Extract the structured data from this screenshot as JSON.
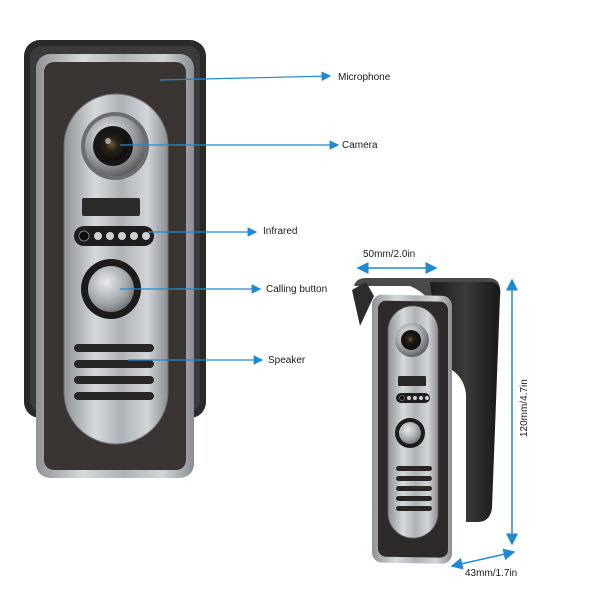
{
  "labels": {
    "microphone": "Microphone",
    "camera": "Camera",
    "infrared": "Infrared",
    "calling_button": "Calling button",
    "speaker": "Speaker"
  },
  "dimensions": {
    "width": "50mm/2.0in",
    "height": "120mm/4.7in",
    "depth": "43mm/1.7in"
  },
  "colors": {
    "arrow": "#1e8ad6",
    "housing": "#2b2b2b",
    "panel": "#b8bcc0",
    "face": "#3a3433"
  }
}
